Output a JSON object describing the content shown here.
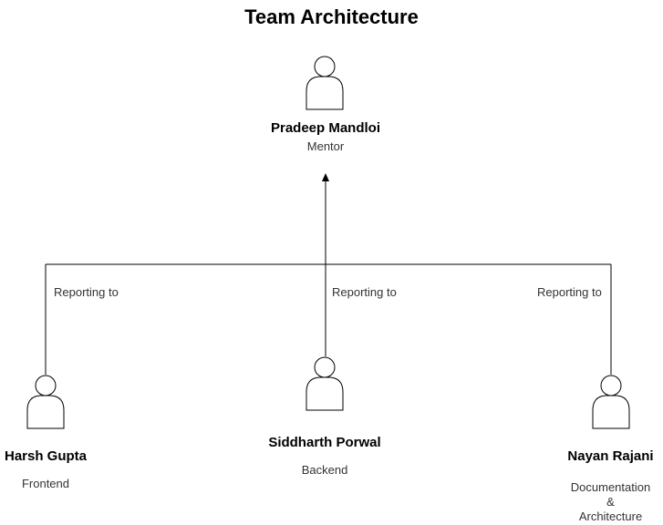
{
  "diagram": {
    "title": "Team Architecture",
    "mentor": {
      "name": "Pradeep Mandloi",
      "role": "Mentor",
      "icon": "person-icon"
    },
    "members": [
      {
        "name": "Harsh Gupta",
        "role_lines": [
          "Frontend"
        ],
        "edge_label": "Reporting to",
        "icon": "person-icon"
      },
      {
        "name": "Siddharth Porwal",
        "role_lines": [
          "Backend"
        ],
        "edge_label": "Reporting to",
        "icon": "person-icon"
      },
      {
        "name": "Nayan Rajani",
        "role_lines": [
          "Documentation",
          "&",
          "Architecture"
        ],
        "edge_label": "Reporting to",
        "icon": "person-icon"
      }
    ],
    "colors": {
      "line": "#000000",
      "text": "#000000",
      "label": "#333333"
    }
  }
}
